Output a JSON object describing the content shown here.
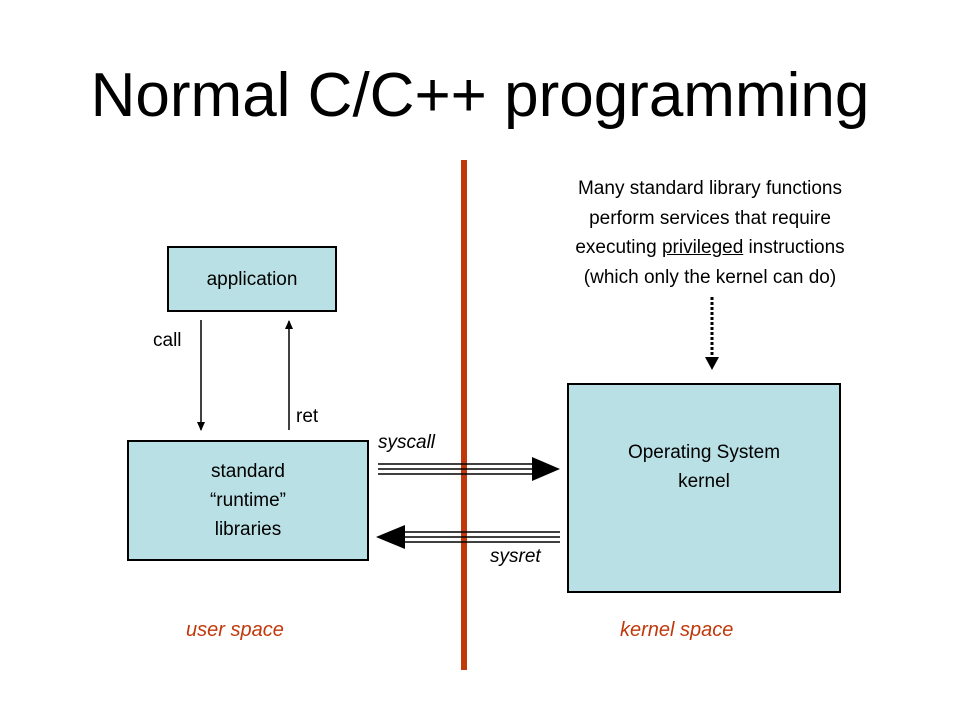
{
  "title": "Normal C/C++ programming",
  "boxes": {
    "application": "application",
    "runtime": "standard\n“runtime”\nlibraries",
    "kernel": "Operating System\nkernel"
  },
  "labels": {
    "call": "call",
    "ret": "ret",
    "syscall": "syscall",
    "sysret": "sysret"
  },
  "spaces": {
    "user": "user space",
    "kernel": "kernel space"
  },
  "note": {
    "line1": "Many standard library functions",
    "line2": "perform services that require",
    "line3_before": "executing ",
    "line3_emphasis": "privileged",
    "line3_after": " instructions",
    "line4": "(which only the kernel can do)"
  },
  "colors": {
    "box_fill": "#b9e0e4",
    "divider": "#c0390b",
    "space_label": "#c0390b"
  }
}
